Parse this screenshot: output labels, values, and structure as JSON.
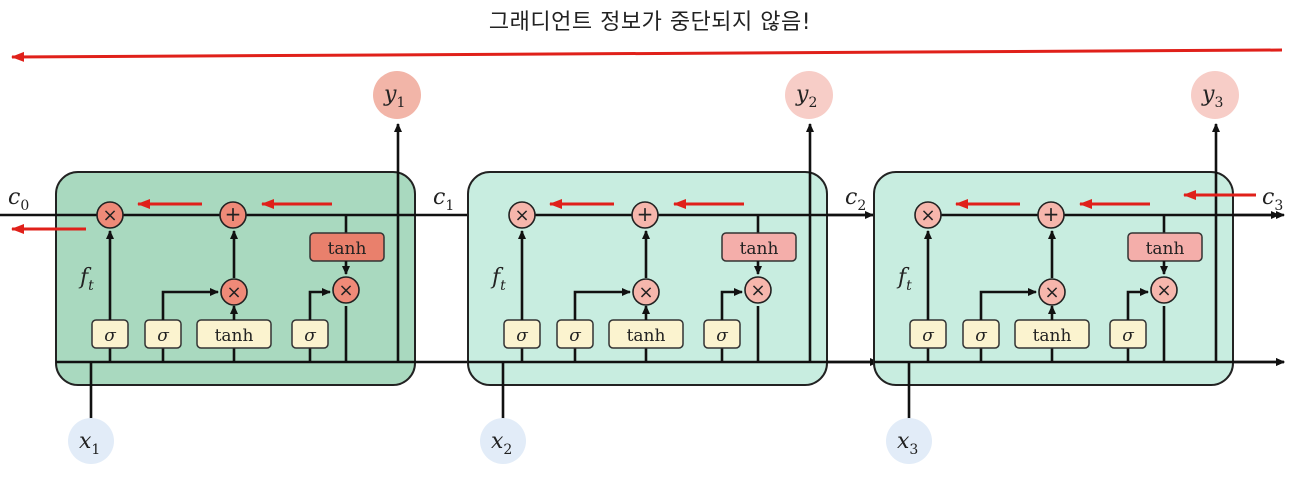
{
  "title": "그래디언트 정보가 중단되지 않음!",
  "cells": [
    {
      "x_label": "x",
      "x_sub": "1",
      "y_label": "y",
      "y_sub": "1",
      "c_label": "c",
      "c_sub": "1",
      "f_label": "f",
      "f_sub": "t",
      "gate_labels": [
        "σ",
        "σ",
        "tanh",
        "σ"
      ],
      "out_tanh": "tanh"
    },
    {
      "x_label": "x",
      "x_sub": "2",
      "y_label": "y",
      "y_sub": "2",
      "c_label": "c",
      "c_sub": "2",
      "f_label": "f",
      "f_sub": "t",
      "gate_labels": [
        "σ",
        "σ",
        "tanh",
        "σ"
      ],
      "out_tanh": "tanh"
    },
    {
      "x_label": "x",
      "x_sub": "3",
      "y_label": "y",
      "y_sub": "3",
      "c_label": "c",
      "c_sub": "3",
      "f_label": "f",
      "f_sub": "t",
      "gate_labels": [
        "σ",
        "σ",
        "tanh",
        "σ"
      ],
      "out_tanh": "tanh"
    }
  ],
  "c0": {
    "label": "c",
    "sub": "0"
  },
  "ops": {
    "times": "×",
    "plus": "+"
  },
  "colors": {
    "gradient_arrow": "#e0201a",
    "cell_fill_first": "#a9d9bf",
    "cell_fill_other": "#c8ede0",
    "op_fill_first": "#ef8a78",
    "op_fill_other": "#f6b6ac",
    "tanh_fill_first": "#e9806c",
    "tanh_fill_other": "#f4aeaa",
    "gate_fill": "#fbf3cf",
    "x_circle": "#e2ecf8",
    "y_circle_first": "#f2b5a8",
    "y_circle_other": "#f7cdc7"
  }
}
